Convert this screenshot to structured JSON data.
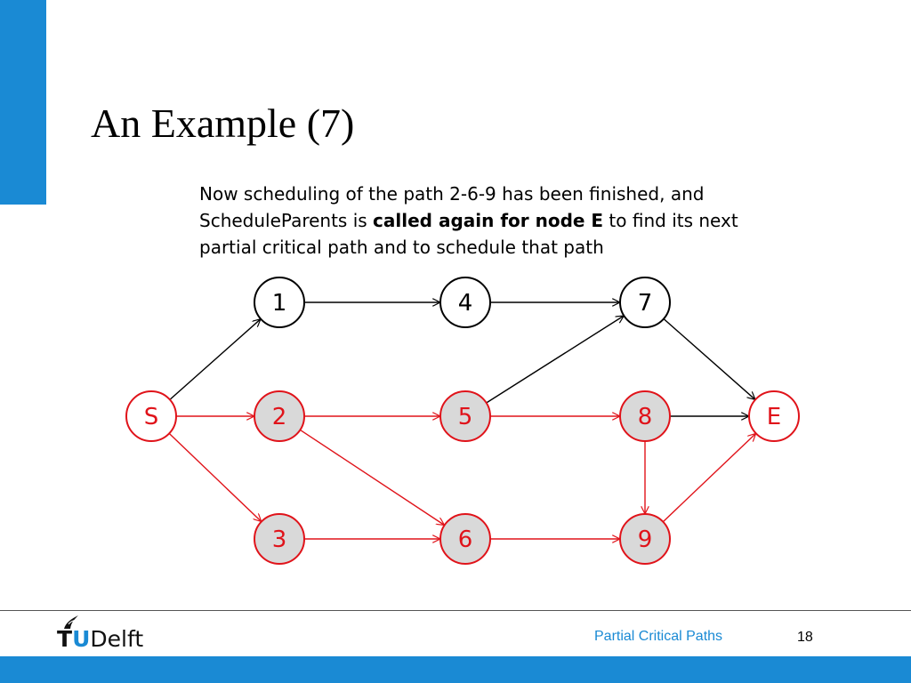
{
  "slide": {
    "title": "An Example (7)",
    "body": {
      "part1": "Now scheduling of the path 2-6-9 has been finished, and ScheduleParents is ",
      "bold": "called again for node E",
      "part2": " to find its next partial critical path and to schedule that path"
    }
  },
  "colors": {
    "accent": "#1a8ad4",
    "highlight": "#e0131a",
    "node_fill_scheduled": "#d9d9d9",
    "default": "#000000"
  },
  "diagram": {
    "nodes": [
      {
        "id": "S",
        "label": "S",
        "state": "critical-unfilled"
      },
      {
        "id": "1",
        "label": "1",
        "state": "normal"
      },
      {
        "id": "2",
        "label": "2",
        "state": "scheduled"
      },
      {
        "id": "3",
        "label": "3",
        "state": "scheduled"
      },
      {
        "id": "4",
        "label": "4",
        "state": "normal"
      },
      {
        "id": "5",
        "label": "5",
        "state": "scheduled"
      },
      {
        "id": "6",
        "label": "6",
        "state": "scheduled"
      },
      {
        "id": "7",
        "label": "7",
        "state": "normal"
      },
      {
        "id": "8",
        "label": "8",
        "state": "scheduled"
      },
      {
        "id": "9",
        "label": "9",
        "state": "scheduled"
      },
      {
        "id": "E",
        "label": "E",
        "state": "critical-unfilled"
      }
    ],
    "edges": [
      {
        "from": "S",
        "to": "1",
        "highlight": false
      },
      {
        "from": "S",
        "to": "2",
        "highlight": true
      },
      {
        "from": "S",
        "to": "3",
        "highlight": true
      },
      {
        "from": "1",
        "to": "4",
        "highlight": false
      },
      {
        "from": "4",
        "to": "7",
        "highlight": false
      },
      {
        "from": "2",
        "to": "5",
        "highlight": true
      },
      {
        "from": "2",
        "to": "6",
        "highlight": true
      },
      {
        "from": "3",
        "to": "6",
        "highlight": true
      },
      {
        "from": "5",
        "to": "7",
        "highlight": false
      },
      {
        "from": "5",
        "to": "8",
        "highlight": true
      },
      {
        "from": "6",
        "to": "9",
        "highlight": true
      },
      {
        "from": "7",
        "to": "E",
        "highlight": false
      },
      {
        "from": "8",
        "to": "E",
        "highlight": false
      },
      {
        "from": "8",
        "to": "9",
        "highlight": true
      },
      {
        "from": "9",
        "to": "E",
        "highlight": true
      }
    ]
  },
  "footer": {
    "logo_t": "T",
    "logo_u": "U",
    "logo_rest": "Delft",
    "topic": "Partial Critical Paths",
    "page": "18"
  }
}
